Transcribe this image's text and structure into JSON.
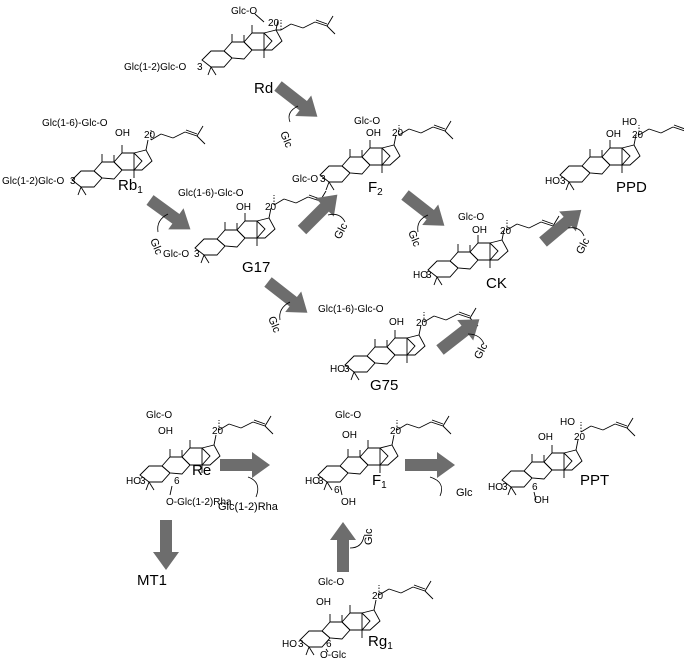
{
  "compounds": {
    "rd": {
      "name": "Rd",
      "sub3": "Glc(1-2)Glc-O",
      "pos3": "3",
      "sub20": "Glc-O",
      "pos20": "20"
    },
    "rb1": {
      "name": "Rb",
      "name_sub": "1",
      "sub3": "Glc(1-2)Glc-O",
      "pos3": "3",
      "sub20": "Glc(1-6)-Glc-O",
      "pos20": "20",
      "oh12": "OH"
    },
    "f2": {
      "name": "F",
      "name_sub": "2",
      "sub3": "Glc-O",
      "pos3": "3",
      "sub20": "Glc-O",
      "pos20": "20",
      "oh12": "OH"
    },
    "g17": {
      "name": "G17",
      "sub3": "Glc-O",
      "pos3": "3",
      "sub20": "Glc(1-6)-Glc-O",
      "pos20": "20",
      "oh12": "OH"
    },
    "ck": {
      "name": "CK",
      "sub3": "HO",
      "pos3": "3",
      "sub20": "Glc-O",
      "pos20": "20",
      "oh12": "OH"
    },
    "ppd": {
      "name": "PPD",
      "sub3": "HO",
      "pos3": "3",
      "sub20": "HO",
      "pos20": "20",
      "oh12": "OH"
    },
    "g75": {
      "name": "G75",
      "sub3": "HO",
      "pos3": "3",
      "sub20": "Glc(1-6)-Glc-O",
      "pos20": "20",
      "oh12": "OH"
    },
    "re": {
      "name": "Re",
      "sub3": "HO",
      "pos3": "3",
      "sub20": "Glc-O",
      "pos20": "20",
      "oh12": "OH",
      "pos6": "6",
      "sub6": "O-Glc(1-2)Rha"
    },
    "f1": {
      "name": "F",
      "name_sub": "1",
      "sub3": "HO",
      "pos3": "3",
      "sub20": "Glc-O",
      "pos20": "20",
      "oh12": "OH",
      "pos6": "6",
      "sub6": "OH"
    },
    "ppt": {
      "name": "PPT",
      "sub3": "HO",
      "pos3": "3",
      "sub20": "HO",
      "pos20": "20",
      "oh12": "OH",
      "pos6": "6",
      "sub6": "OH"
    },
    "rg1": {
      "name": "Rg",
      "name_sub": "1",
      "sub3": "HO",
      "pos3": "3",
      "sub20": "Glc-O",
      "pos20": "20",
      "oh12": "OH",
      "pos6": "6",
      "sub6": "O-Glc"
    },
    "mt1": {
      "name": "MT1"
    }
  },
  "released": {
    "rd_f2": "Glc",
    "rb1_g17": "Glc",
    "g17_f2": "Glc",
    "f2_ck": "Glc",
    "ck_ppd": "Glc",
    "g17_g75": "Glc",
    "g75_ck": "Glc",
    "re_f1": "Glc(1-2)Rha",
    "f1_ppt": "Glc",
    "rg1_f1": "Glc"
  },
  "colors": {
    "arrow": "#6d6d6d",
    "line": "#000000",
    "background": "#ffffff"
  }
}
